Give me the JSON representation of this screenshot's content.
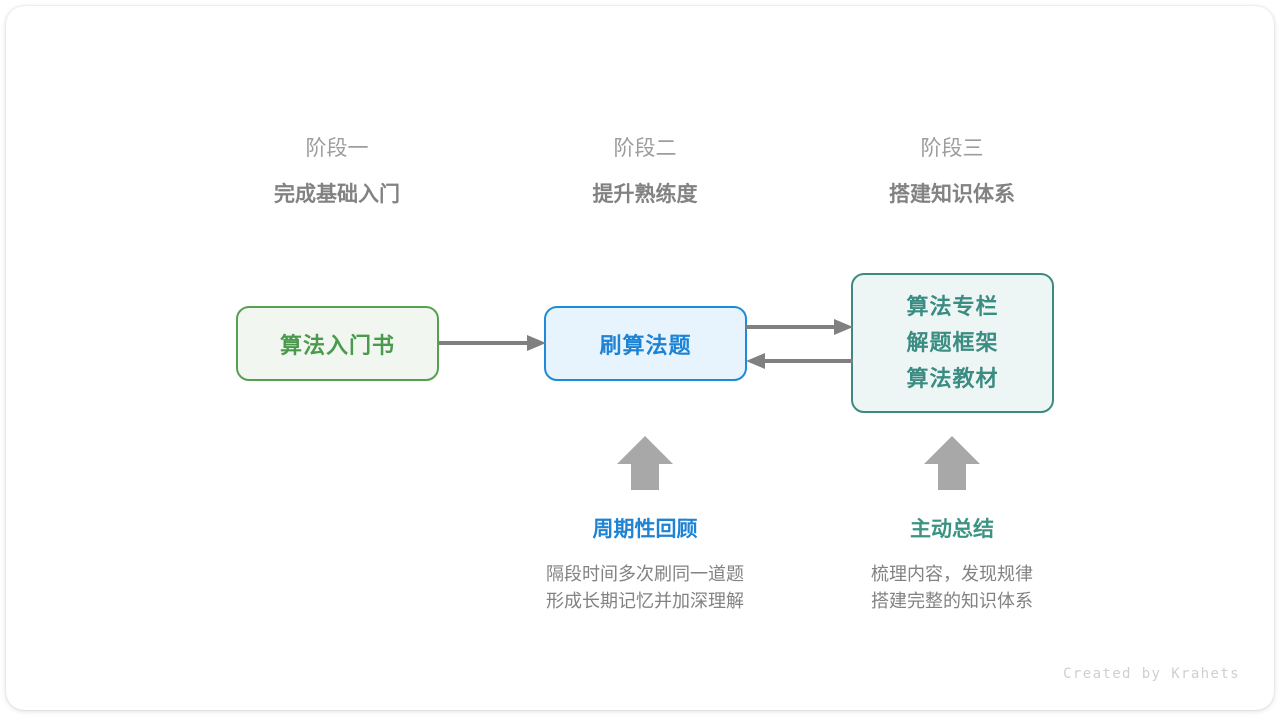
{
  "canvas": {
    "background": "#ffffff",
    "card_background": "#ffffff"
  },
  "stages": [
    {
      "id": "stage-1",
      "sub": "阶段一",
      "title": "完成基础入门"
    },
    {
      "id": "stage-2",
      "sub": "阶段二",
      "title": "提升熟练度"
    },
    {
      "id": "stage-3",
      "sub": "阶段三",
      "title": "搭建知识体系"
    }
  ],
  "nodes": [
    {
      "id": "node-book",
      "lines": [
        "算法入门书"
      ],
      "color": "#4a9a4e",
      "border": "#56a052",
      "fill": "#f1f7f0"
    },
    {
      "id": "node-practice",
      "lines": [
        "刷算法题"
      ],
      "color": "#1f83d4",
      "border": "#1f8bd6",
      "fill": "#e7f4fd"
    },
    {
      "id": "node-resources",
      "lines": [
        "算法专栏",
        "解题框架",
        "算法教材"
      ],
      "color": "#3b8c83",
      "border": "#3c8a82",
      "fill": "#edf6f4"
    }
  ],
  "connectors": [
    {
      "id": "arrow-book-practice",
      "from": "node-book",
      "to": "node-practice",
      "direction": "right",
      "color": "#808080"
    },
    {
      "id": "arrow-practice-resources",
      "from": "node-practice",
      "to": "node-resources",
      "direction": "right",
      "color": "#808080"
    },
    {
      "id": "arrow-resources-practice",
      "from": "node-resources",
      "to": "node-practice",
      "direction": "left",
      "color": "#808080"
    }
  ],
  "block_arrows": [
    {
      "id": "up-arrow-review",
      "direction": "up",
      "color": "#a8a8a8",
      "points_to": "node-practice"
    },
    {
      "id": "up-arrow-summary",
      "direction": "up",
      "color": "#a8a8a8",
      "points_to": "node-resources"
    }
  ],
  "annotations": [
    {
      "id": "annotation-review",
      "title": "周期性回顾",
      "title_color": "#1f83d4",
      "lines": [
        "隔段时间多次刷同一道题",
        "形成长期记忆并加深理解"
      ]
    },
    {
      "id": "annotation-summary",
      "title": "主动总结",
      "title_color": "#3b9384",
      "lines": [
        "梳理内容，发现规律",
        "搭建完整的知识体系"
      ]
    }
  ],
  "footer": {
    "credit": "Created by Krahets"
  }
}
